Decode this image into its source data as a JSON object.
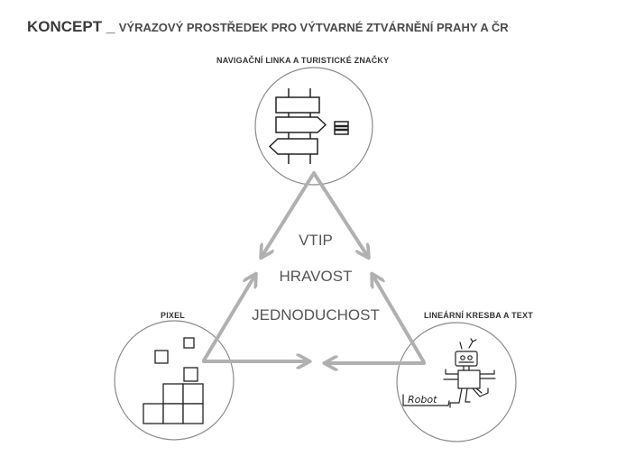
{
  "title": {
    "main": "KONCEPT _",
    "sub": "VÝRAZOVÝ PROSTŘEDEK PRO VÝTVARNÉ ZTVÁRNĚNÍ PRAHY A ČR"
  },
  "nodes": {
    "top": {
      "caption": "NAVIGAČNÍ LINKA  A TURISTICKÉ ZNAČKY",
      "icon": "signpost-icon"
    },
    "left": {
      "caption": "PIXEL",
      "icon": "pixel-squares-icon"
    },
    "right": {
      "caption": "LINEÁRNÍ  KRESBA  A TEXT",
      "icon": "robot-sketch-icon",
      "sketch_text": "Robot"
    }
  },
  "keywords": [
    "VTIP",
    "HRAVOST",
    "JEDNODUCHOST"
  ],
  "colors": {
    "arrow": "#b0b0b0",
    "circle_stroke": "#8a8a8a",
    "ink": "#222222",
    "text": "#3a3a3a"
  }
}
